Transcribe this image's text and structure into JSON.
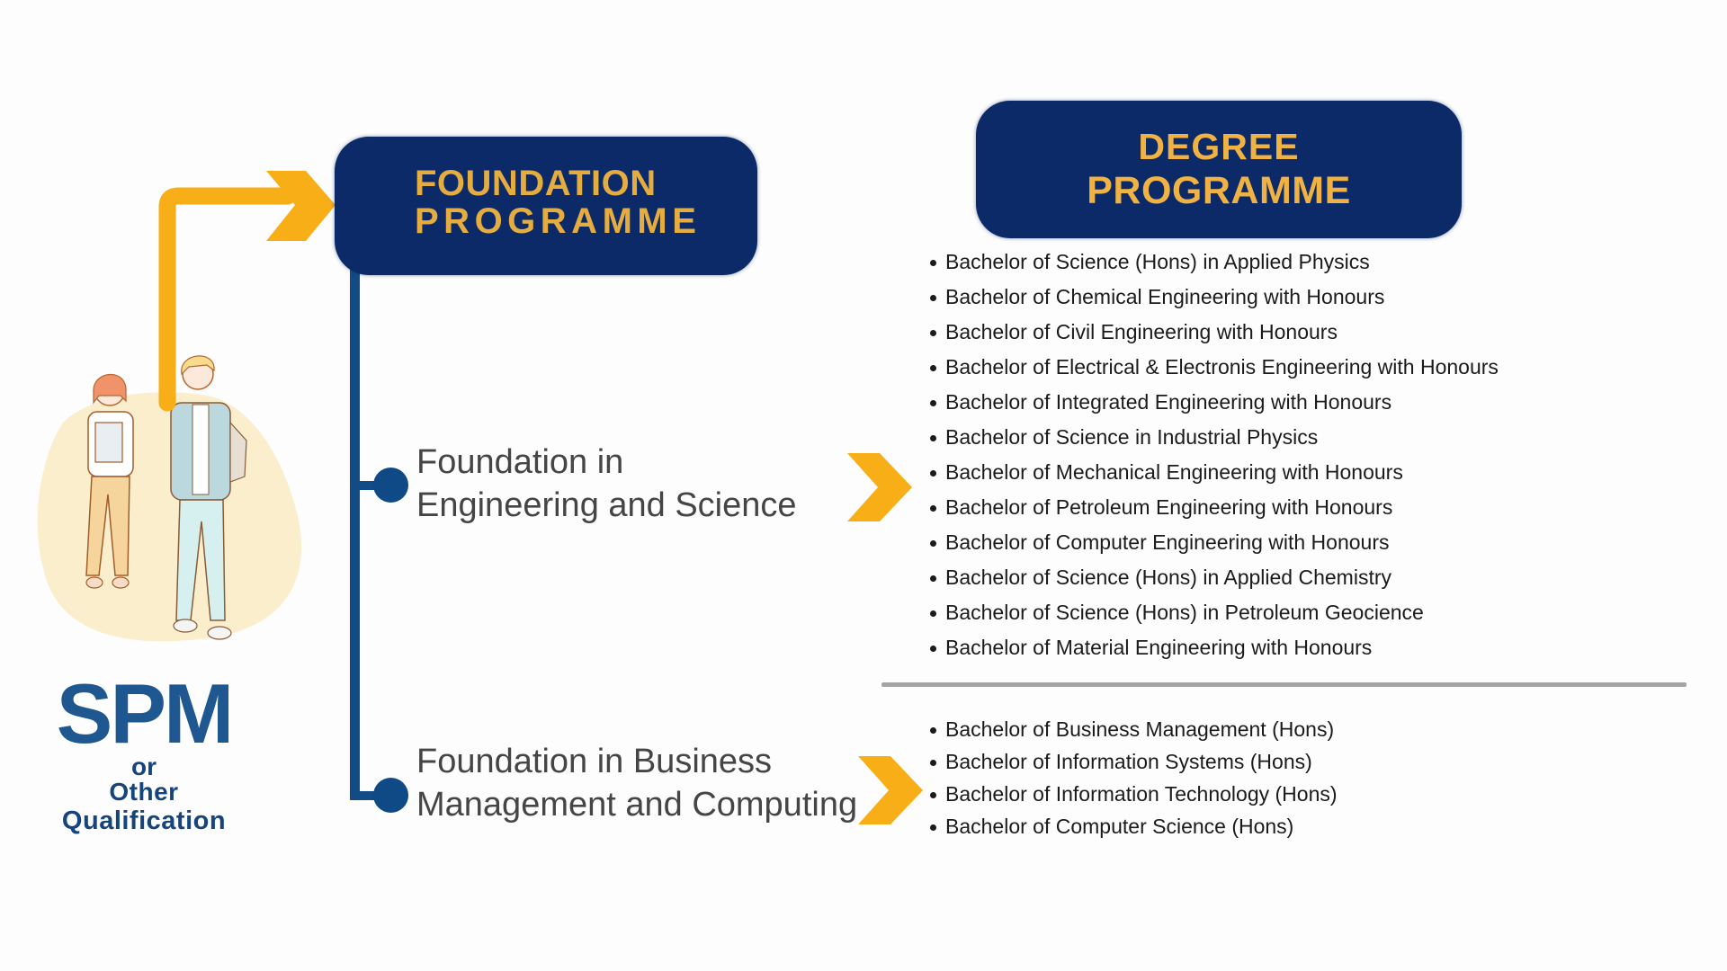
{
  "entry": {
    "title": "SPM",
    "or": "or",
    "other": "Other",
    "qualification": "Qualification"
  },
  "headers": {
    "foundation": {
      "line1": "FOUNDATION",
      "line2": "PROGRAMME"
    },
    "degree": {
      "line1": "DEGREE",
      "line2": "PROGRAMME"
    }
  },
  "foundations": [
    {
      "line1": "Foundation in",
      "line2": "Engineering and Science",
      "degrees": [
        "Bachelor of Science (Hons) in Applied Physics",
        "Bachelor of Chemical Engineering with Honours",
        "Bachelor of Civil Engineering with Honours",
        "Bachelor of Electrical & Electronis Engineering with Honours",
        "Bachelor of Integrated Engineering with Honours",
        "Bachelor of Science in Industrial Physics",
        "Bachelor of Mechanical Engineering with Honours",
        "Bachelor of Petroleum Engineering with Honours",
        "Bachelor of Computer Engineering with Honours",
        "Bachelor of Science (Hons) in Applied Chemistry",
        "Bachelor of Science (Hons) in Petroleum Geocience",
        "Bachelor of Material Engineering with Honours"
      ]
    },
    {
      "line1": "Foundation in Business",
      "line2": "Management and Computing",
      "degrees": [
        "Bachelor of Business Management (Hons)",
        "Bachelor of Information Systems (Hons)",
        "Bachelor of Information Technology (Hons)",
        "Bachelor of Computer Science (Hons)"
      ]
    }
  ],
  "icons": {
    "entry_arrow": "arrow-right-icon",
    "chevron": "chevron-right-icon",
    "illustration": "students-illustration"
  },
  "colors": {
    "navy": "#0c2a67",
    "gold_text": "#e5ac3f",
    "arrow_yellow": "#f8af17",
    "timeline_blue": "#134b86",
    "spm_blue": "#1f5890",
    "label_grey": "#454545"
  }
}
